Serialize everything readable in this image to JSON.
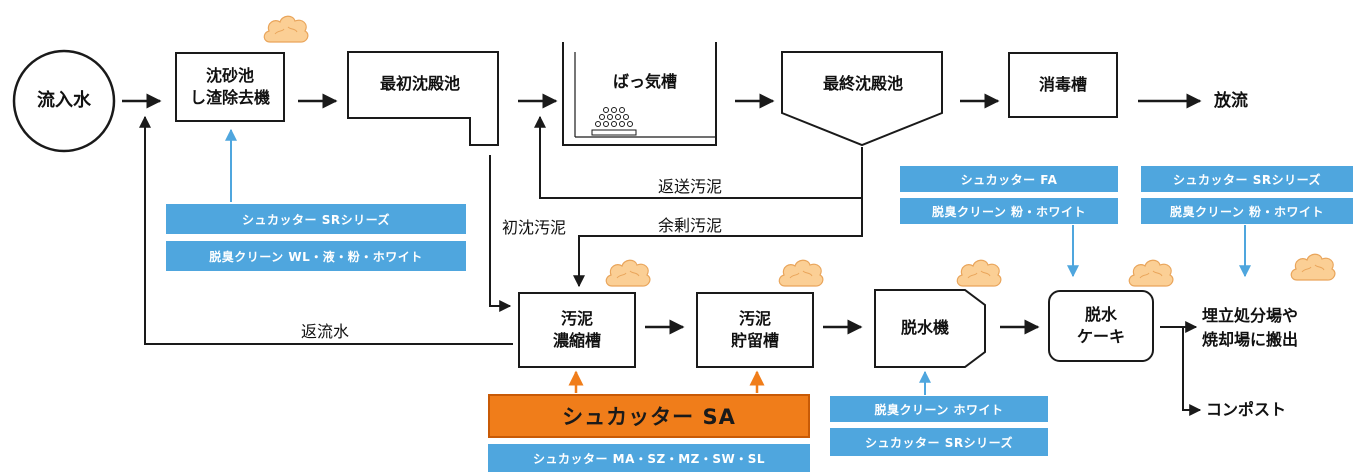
{
  "nodes": {
    "influent": "流入水",
    "grit1": "沈砂池",
    "grit2": "し渣除去機",
    "primary": "最初沈殿池",
    "aeration": "ばっ気槽",
    "final": "最終沈殿池",
    "disinfect": "消毒槽",
    "discharge": "放流",
    "thick1": "汚泥",
    "thick2": "濃縮槽",
    "store1": "汚泥",
    "store2": "貯留槽",
    "dewater": "脱水機",
    "cake1": "脱水",
    "cake2": "ケーキ",
    "landfill1": "埋立処分場や",
    "landfill2": "焼却場に搬出",
    "compost": "コンポスト"
  },
  "flow_labels": {
    "return_sludge": "返送汚泥",
    "excess_sludge": "余剰汚泥",
    "primary_sludge": "初沈汚泥",
    "return_water": "返流水"
  },
  "products": {
    "grit_a": "シュカッター SRシリーズ",
    "grit_b": "脱臭クリーン WL・液・粉・ホワイト",
    "sa": "シュカッター SA",
    "sa_sub": "シュカッター MA・SZ・MZ・SW・SL",
    "dewater_a": "脱臭クリーン ホワイト",
    "dewater_b": "シュカッター SRシリーズ",
    "cake_a": "シュカッター FA",
    "cake_b": "脱臭クリーン 粉・ホワイト",
    "out_a": "シュカッター SRシリーズ",
    "out_b": "脱臭クリーン 粉・ホワイト"
  },
  "colors": {
    "blue_tag": "#4fa6de",
    "orange_tag": "#f07d1a",
    "odor_cloud": "#fbcf95"
  }
}
